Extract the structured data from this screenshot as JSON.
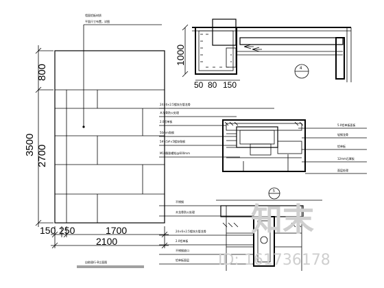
{
  "left_elevation": {
    "dims_vertical": [
      "3500",
      "800",
      "2700"
    ],
    "dims_horizontal": [
      "150",
      "250",
      "1700",
      "2100"
    ],
    "callout_1": "墙面铝板材质",
    "callout_2": "平面尺寸布置，详图",
    "title": "自助银行-B立面图"
  },
  "top_detail": {
    "dim_vertical": "1000",
    "dim_horizontal": "50",
    "dim_h2": "80",
    "dim_h3": "150",
    "section_mark": "4"
  },
  "middle_detail": {
    "notes": [
      "24×6×2.5镀锌方管龙骨",
      "木龙骨防火处理",
      "2.0铝单板",
      "50mm角钢",
      "5#×5#×5镀锌角钢",
      "M10膨胀螺栓@600mm",
      "5.0铝单板面板",
      "轻钢龙骨",
      "铝单板",
      "12mm石膏板",
      "面层处理"
    ]
  },
  "bottom_detail": {
    "section_mark": "5",
    "notes": [
      "不锈钢",
      "木龙骨防火处理",
      "24×6×2.5镀锌方管龙骨",
      "2.0铝单板",
      "不锈钢收口",
      "铝单板面层"
    ]
  },
  "watermark": {
    "brand": "知末",
    "id": "ID: 161736178"
  }
}
